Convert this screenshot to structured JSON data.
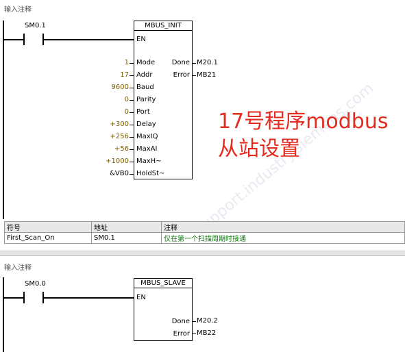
{
  "network1": {
    "comment": "输入注释",
    "contact": "SM0.1",
    "block_title": "MBUS_INIT",
    "en_label": "EN",
    "inputs": [
      {
        "value": "1",
        "pin": "Mode"
      },
      {
        "value": "17",
        "pin": "Addr"
      },
      {
        "value": "9600",
        "pin": "Baud"
      },
      {
        "value": "0",
        "pin": "Parity"
      },
      {
        "value": "0",
        "pin": "Port"
      },
      {
        "value": "+300",
        "pin": "Delay"
      },
      {
        "value": "+256",
        "pin": "MaxIQ"
      },
      {
        "value": "+56",
        "pin": "MaxAI"
      },
      {
        "value": "+1000",
        "pin": "MaxH~"
      },
      {
        "value": "&VB0",
        "pin": "HoldSt~"
      }
    ],
    "outputs": [
      {
        "pin": "Done",
        "value": "M20.1"
      },
      {
        "pin": "Error",
        "value": "MB21"
      }
    ]
  },
  "overlay": {
    "line1": "17号程序modbus",
    "line2": "从站设置",
    "color": "#e52a1e"
  },
  "symbol_table": {
    "headers": [
      "符号",
      "地址",
      "注释"
    ],
    "rows": [
      {
        "symbol": "First_Scan_On",
        "address": "SM0.1",
        "comment": "仅在第一个扫描周期时接通"
      }
    ]
  },
  "network2": {
    "comment": "输入注释",
    "contact": "SM0.0",
    "block_title": "MBUS_SLAVE",
    "en_label": "EN",
    "outputs": [
      {
        "pin": "Done",
        "value": "M20.2"
      },
      {
        "pin": "Error",
        "value": "MB22"
      }
    ]
  }
}
